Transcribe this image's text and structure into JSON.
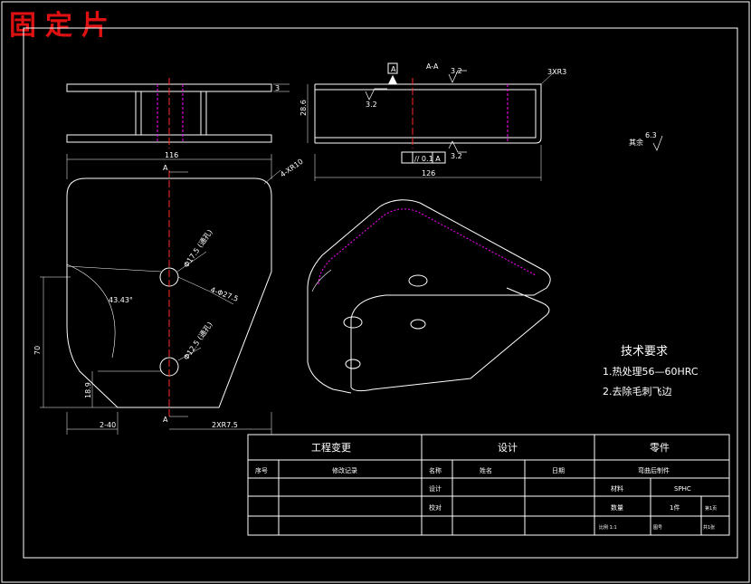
{
  "title": "固定片",
  "colors": {
    "line": "#ffffff",
    "accent": "#ff00ff",
    "red": "#ff2a2a",
    "title": "#dd1111"
  },
  "views": {
    "section_label": "A-A",
    "dims": {
      "length_top": "126",
      "height_side": "28.6",
      "thickness": "3",
      "flatwidth": "116",
      "plan_height": "70",
      "plan_h2": "18.9",
      "bottom_left": "2-40",
      "bottom_right": "2XR7.5",
      "corner_r": "4-XR10",
      "hole_top_callout": "Φ17.5 (通孔)",
      "hole_bottom_callout": "Φ12.5 (通孔)",
      "slot_callout": "4-Φ27.5",
      "angle": "43.43°",
      "rough_a": "3.2",
      "rough_b": "3.2",
      "rough_c": "3.2",
      "side_r": "3XR3",
      "datum": "A",
      "section_mark_top": "A",
      "section_mark_bottom": "A",
      "geom_tol": "// 0.1 A",
      "finish_other_label": "其余",
      "finish_other_value": "6.3"
    }
  },
  "requirements": {
    "heading": "技术要求",
    "items": [
      "1.热处理56—60HRC",
      "2.去除毛刺飞边"
    ]
  },
  "title_block": {
    "engineering_change": "工程变更",
    "design": "设计",
    "parts": "零件",
    "col_seq": "序号",
    "col_record": "修改记录",
    "col_name": "名称",
    "col_person": "姓名",
    "col_date": "日期",
    "part_name": "弯曲后制件",
    "row_design": "设计",
    "row_check": "校对",
    "material_label": "材料",
    "material_value": "SPHC",
    "qty_label": "数量",
    "qty_value": "1件",
    "page": "第1页",
    "scale": "比例 1:1",
    "drawing_no": "图号",
    "sheet": "共1张"
  }
}
